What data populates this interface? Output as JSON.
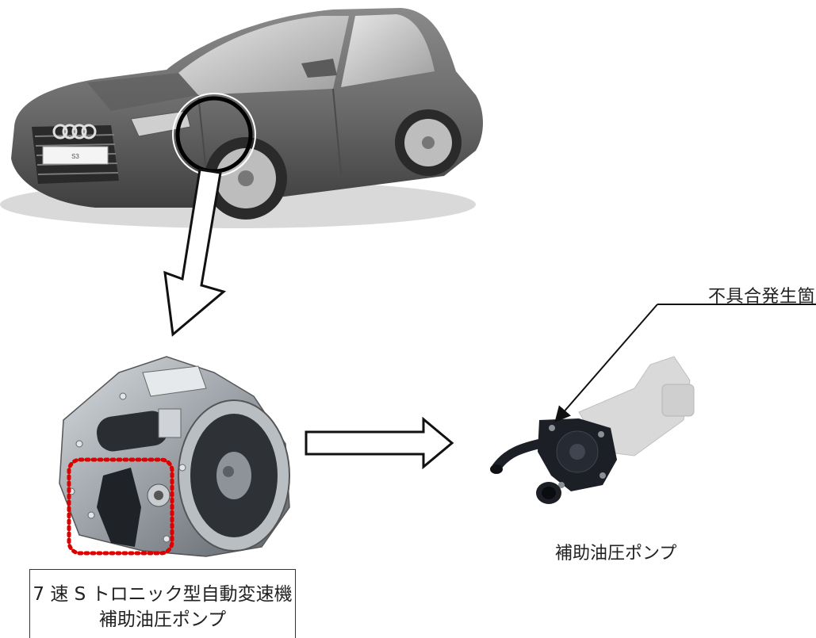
{
  "diagram": {
    "defect_location_label": "不具合発生箇所",
    "pump_label": "補助油圧ポンプ",
    "caption_line1": "7 速 S トロニック型自動変速機",
    "caption_line2": "補助油圧ポンプ",
    "car_plate": "S3"
  },
  "colors": {
    "car_body": "#6e6e6e",
    "highlight_box": "#dd0000",
    "pump_dark": "#1c1f26",
    "transmission_metal": "#9aa0a6"
  }
}
